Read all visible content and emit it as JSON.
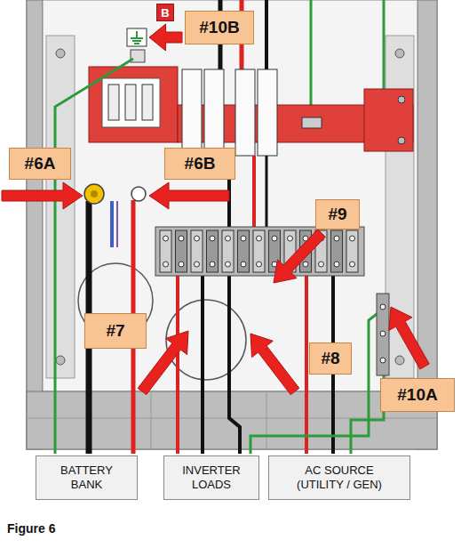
{
  "diagram": {
    "caption": "Figure 6",
    "nodes": [
      {
        "text": [
          "B"
        ]
      },
      {
        "text": [
          "#10B"
        ]
      },
      {
        "text": [
          "#6A"
        ]
      },
      {
        "text": [
          "#6B"
        ]
      },
      {
        "text": [
          "#9"
        ]
      },
      {
        "text": [
          "#7"
        ]
      },
      {
        "text": [
          "#8"
        ]
      },
      {
        "text": [
          "#10A"
        ]
      },
      {
        "text": [
          "BATTERY BANK"
        ]
      },
      {
        "text": [
          "INVERTER LOADS"
        ]
      },
      {
        "text": [
          "AC SOURCE (UTILITY / GEN)"
        ]
      }
    ]
  }
}
